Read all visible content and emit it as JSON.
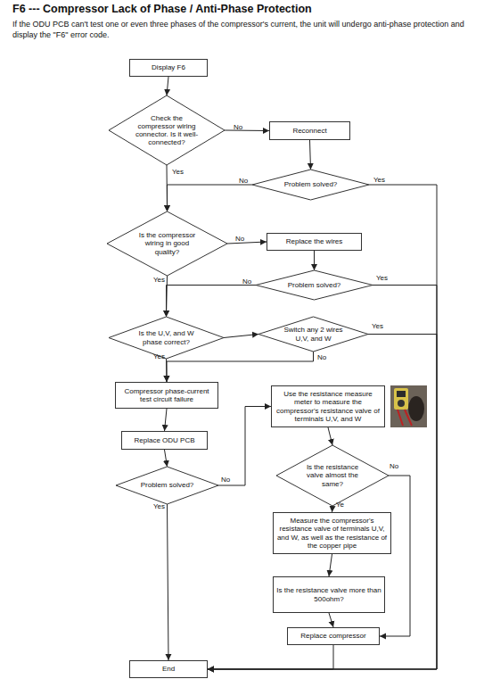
{
  "diagram": {
    "title": "F6 --- Compressor Lack of Phase / Anti-Phase Protection",
    "nodes": [
      {
        "text": [
          "Display F6"
        ]
      },
      {
        "text": [
          "Check the compressor wiring connector. Is it well-connected?"
        ]
      },
      {
        "text": [
          "Reconnect"
        ]
      },
      {
        "text": [
          "Problem solved?"
        ]
      },
      {
        "text": [
          "Is the compressor wiring in good quality?"
        ]
      },
      {
        "text": [
          "Replace the wires"
        ]
      },
      {
        "text": [
          "Problem solved?"
        ]
      },
      {
        "text": [
          "Is the U,V, and W phase correct?"
        ]
      },
      {
        "text": [
          "Switch any 2 wires U,V, and W"
        ]
      },
      {
        "text": [
          "Compressor phase-current test circuit failure"
        ]
      },
      {
        "text": [
          "Replace ODU PCB"
        ]
      },
      {
        "text": [
          "Problem solved?"
        ]
      },
      {
        "text": [
          "Use the resistance measure meter to measure the compressor's resistance valve of terminals U,V, and W"
        ]
      },
      {
        "text": [
          "Is the resistance valve almost the same?"
        ]
      },
      {
        "text": [
          "Measure the compressor's resistance valve of terminals U,V, and W, as well as the resistance of the copper pipe"
        ]
      },
      {
        "text": [
          "Is the resistance valve more than 500ohm?"
        ]
      },
      {
        "text": [
          "Replace compressor"
        ]
      },
      {
        "text": [
          "End"
        ]
      }
    ],
    "edges": [
      {
        "from": 0,
        "to": 1,
        "arrow": "to"
      },
      {
        "from": 1,
        "to": 2,
        "label": "No",
        "arrow": "to"
      },
      {
        "from": 2,
        "to": 3,
        "arrow": "to"
      },
      {
        "from": 3,
        "to": 4,
        "label": "No",
        "arrow": "to"
      },
      {
        "from": 1,
        "to": 4,
        "label": "Yes",
        "arrow": "to"
      },
      {
        "from": 3,
        "to": 17,
        "label": "Yes",
        "arrow": "to"
      },
      {
        "from": 4,
        "to": 5,
        "label": "No",
        "arrow": "to"
      },
      {
        "from": 5,
        "to": 6,
        "arrow": "to"
      },
      {
        "from": 6,
        "to": 7,
        "label": "No",
        "arrow": "to"
      },
      {
        "from": 4,
        "to": 7,
        "label": "Yes",
        "arrow": "to"
      },
      {
        "from": 6,
        "to": 17,
        "label": "Yes",
        "arrow": "to"
      },
      {
        "from": 7,
        "to": 8,
        "arrow": "to"
      },
      {
        "from": 8,
        "to": 17,
        "label": "Yes",
        "arrow": "to"
      },
      {
        "from": 8,
        "to": 9,
        "label": "No",
        "arrow": "to"
      },
      {
        "from": 7,
        "to": 9,
        "label": "Yes",
        "arrow": "to"
      },
      {
        "from": 9,
        "to": 10,
        "arrow": "to"
      },
      {
        "from": 10,
        "to": 11,
        "arrow": "to"
      },
      {
        "from": 11,
        "to": 12,
        "label": "No",
        "arrow": "to"
      },
      {
        "from": 11,
        "to": 17,
        "label": "Yes",
        "arrow": "to"
      },
      {
        "from": 12,
        "to": 13,
        "arrow": "to"
      },
      {
        "from": 13,
        "to": 14,
        "label": "Ye",
        "arrow": "to"
      },
      {
        "from": 13,
        "to": 16,
        "label": "No",
        "arrow": "to"
      },
      {
        "from": 14,
        "to": 15,
        "arrow": "to"
      },
      {
        "from": 15,
        "to": 16,
        "arrow": "to"
      },
      {
        "from": 16,
        "to": 17,
        "arrow": "to"
      }
    ],
    "labels": [
      "If the ODU PCB can't test one or even three phases of the compressor's current, the unit will undergo anti-phase protection and display the \"F6\" error code."
    ]
  }
}
